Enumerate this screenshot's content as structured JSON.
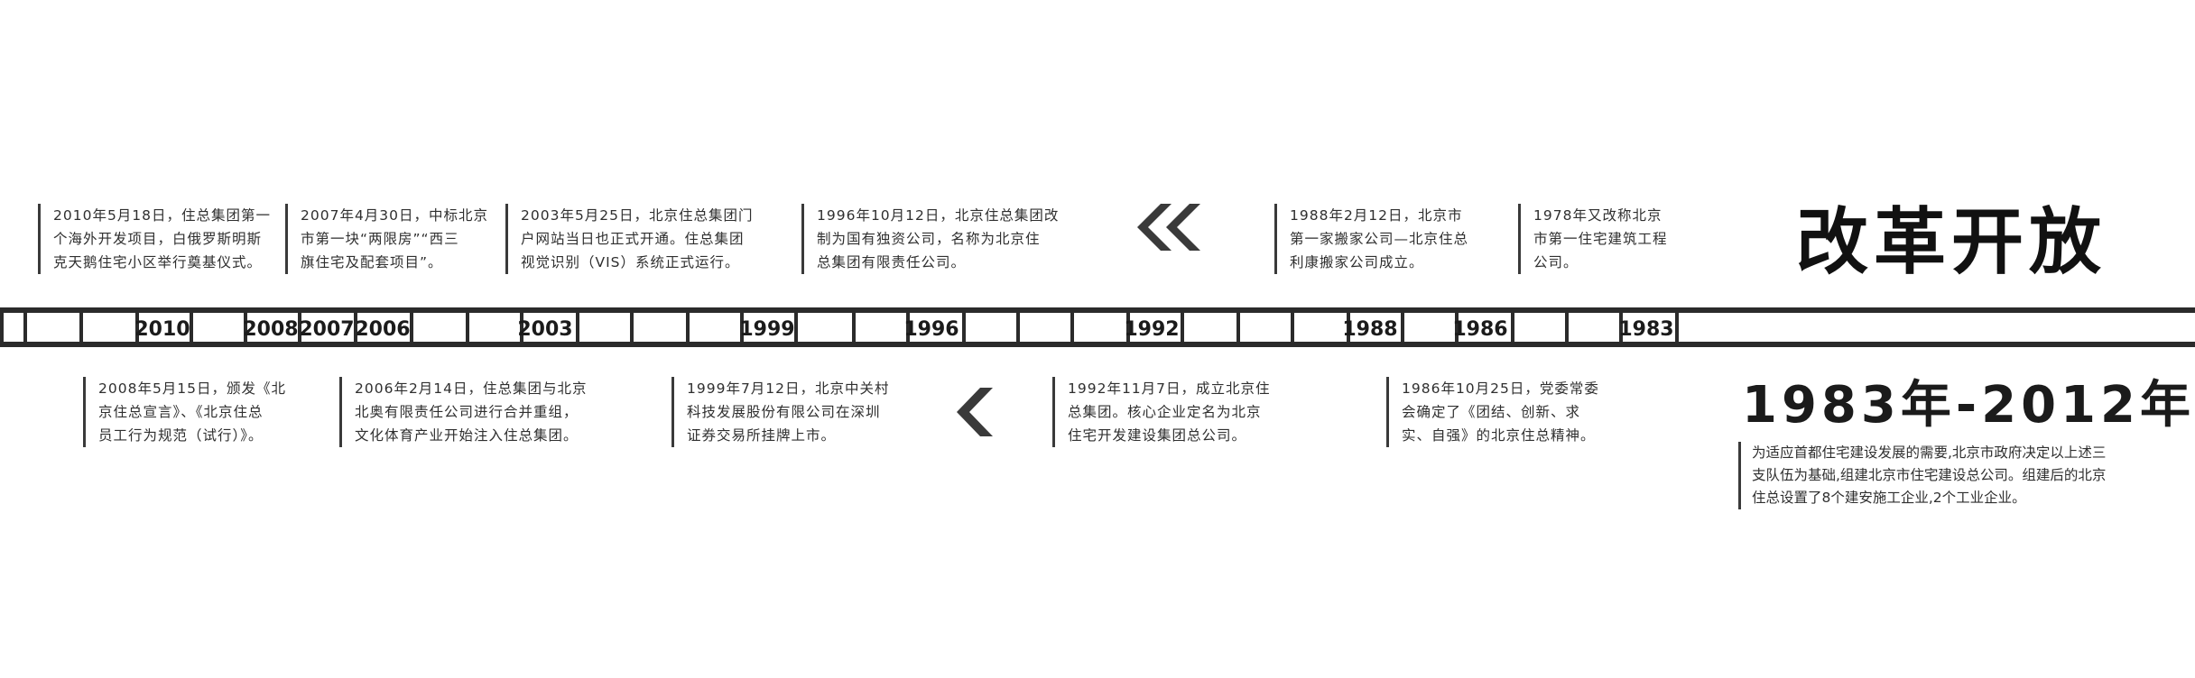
{
  "title": "改革开放",
  "period": "1983年-2012年",
  "intro": [
    "为适应首都住宅建设发展的需要,北京市政府决定以上述三",
    "支队伍为基础,组建北京市住宅建设总公司。组建后的北京",
    "住总设置了8个建安施工企业,2个工业企业。"
  ],
  "years": [
    "2010",
    "2008",
    "2007",
    "2006",
    "2003",
    "1999",
    "1996",
    "1992",
    "1988",
    "1986",
    "1983"
  ],
  "top_notes": [
    [
      "2010年5月18日，住总集团第一",
      "个海外开发项目，白俄罗斯明斯",
      "克天鹅住宅小区举行奠基仪式。"
    ],
    [
      "2007年4月30日，中标北京",
      "市第一块“两限房”“西三",
      "旗住宅及配套项目”。"
    ],
    [
      "2003年5月25日，北京住总集团门",
      "户网站当日也正式开通。住总集团",
      "视觉识别（VIS）系统正式运行。"
    ],
    [
      "1996年10月12日，北京住总集团改",
      "制为国有独资公司，名称为北京住",
      "总集团有限责任公司。"
    ],
    [
      "1988年2月12日，北京市",
      "第一家搬家公司—北京住总",
      "利康搬家公司成立。"
    ],
    [
      "1978年又改称北京",
      "市第一住宅建筑工程",
      "公司。"
    ]
  ],
  "bottom_notes": [
    [
      "2008年5月15日，颁发《北",
      "京住总宣言》、《北京住总",
      "员工行为规范（试行）》。"
    ],
    [
      "2006年2月14日，住总集团与北京",
      "北奥有限责任公司进行合并重组，",
      "文化体育产业开始注入住总集团。"
    ],
    [
      "1999年7月12日，北京中关村",
      "科技发展股份有限公司在深圳",
      "证券交易所挂牌上市。"
    ],
    [
      "1992年11月7日，成立北京住",
      "总集团。核心企业定名为北京",
      "住宅开发建设集团总公司。"
    ],
    [
      "1986年10月25日，党委常委",
      "会确定了《团结、创新、求",
      "实、自强》的北京住总精神。"
    ]
  ]
}
